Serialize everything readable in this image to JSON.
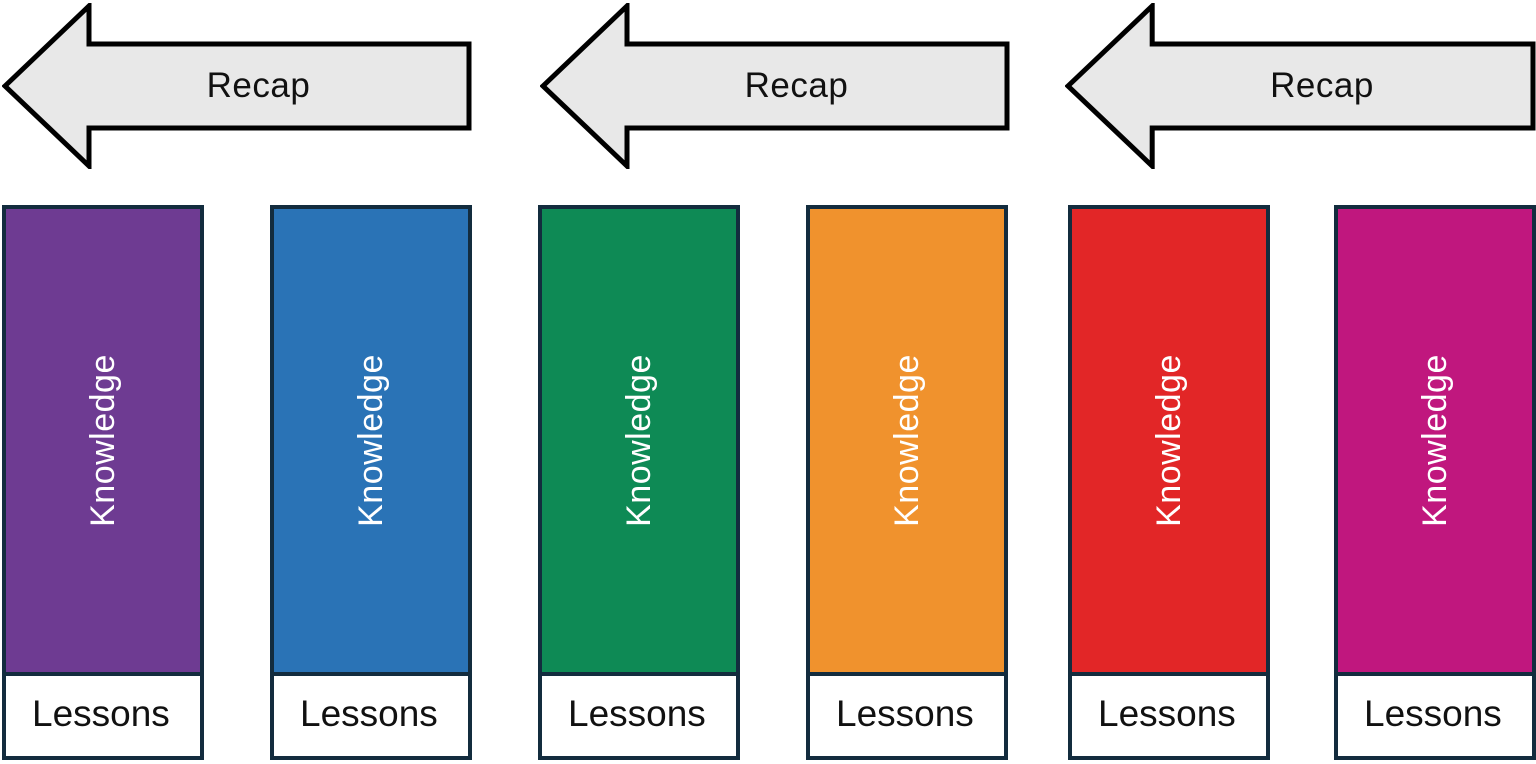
{
  "arrows": [
    {
      "label": "Recap"
    },
    {
      "label": "Recap"
    },
    {
      "label": "Recap"
    }
  ],
  "bars": [
    {
      "knowledge_label": "Knowledge",
      "lessons_label": "Lessons",
      "color": "#6e3b92"
    },
    {
      "knowledge_label": "Knowledge",
      "lessons_label": "Lessons",
      "color": "#2a73b6"
    },
    {
      "knowledge_label": "Knowledge",
      "lessons_label": "Lessons",
      "color": "#0e8a55"
    },
    {
      "knowledge_label": "Knowledge",
      "lessons_label": "Lessons",
      "color": "#f0922d"
    },
    {
      "knowledge_label": "Knowledge",
      "lessons_label": "Lessons",
      "color": "#e22627"
    },
    {
      "knowledge_label": "Knowledge",
      "lessons_label": "Lessons",
      "color": "#c0177e"
    }
  ],
  "colors": {
    "bar_border": "#132c3e",
    "arrow_fill": "#e8e8e8",
    "arrow_border": "#000000",
    "knowledge_text": "#ffffff",
    "lessons_text": "#111111",
    "recap_text": "#111111"
  }
}
